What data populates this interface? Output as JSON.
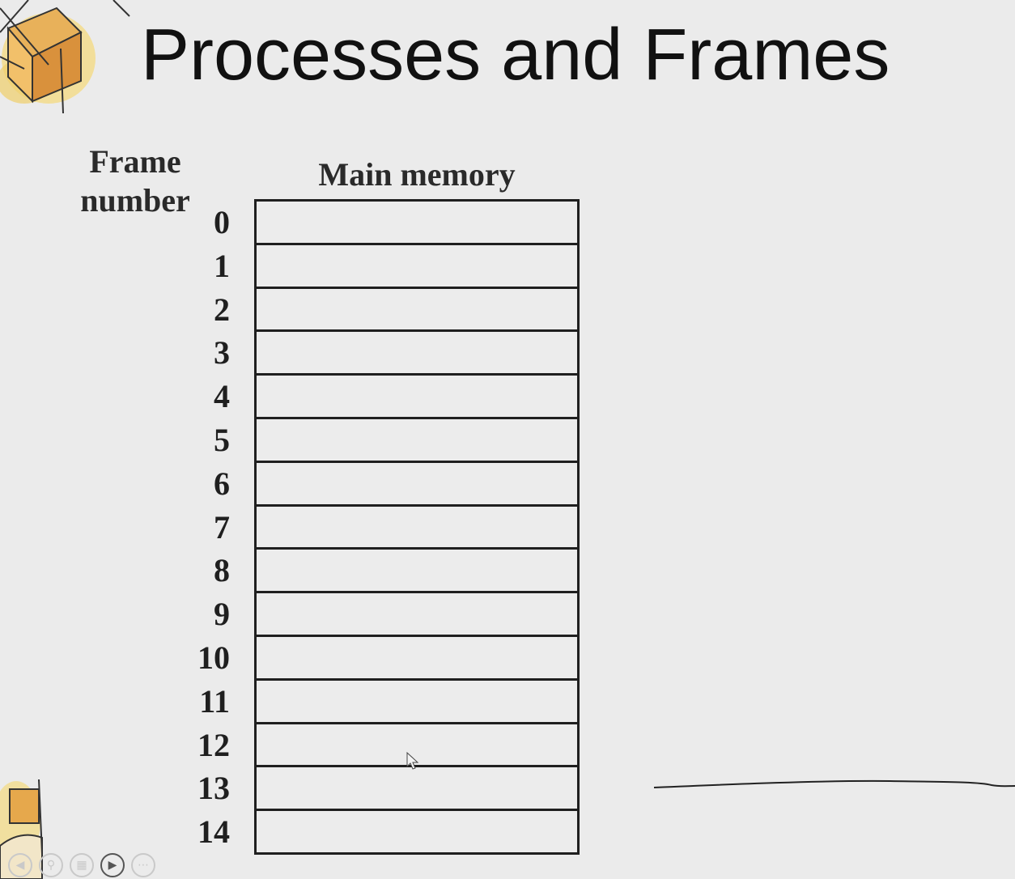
{
  "slide": {
    "title": "Processes and Frames"
  },
  "diagram": {
    "frame_header_line1": "Frame",
    "frame_header_line2": "number",
    "memory_label": "Main memory",
    "frame_numbers": [
      "0",
      "1",
      "2",
      "3",
      "4",
      "5",
      "6",
      "7",
      "8",
      "9",
      "10",
      "11",
      "12",
      "13",
      "14"
    ]
  },
  "toolbar": {
    "icons": [
      "previous-icon",
      "zoom-icon",
      "slides-icon",
      "video-icon",
      "more-icon"
    ]
  },
  "colors": {
    "background": "#ebebeb",
    "ink": "#1f1f1f"
  }
}
